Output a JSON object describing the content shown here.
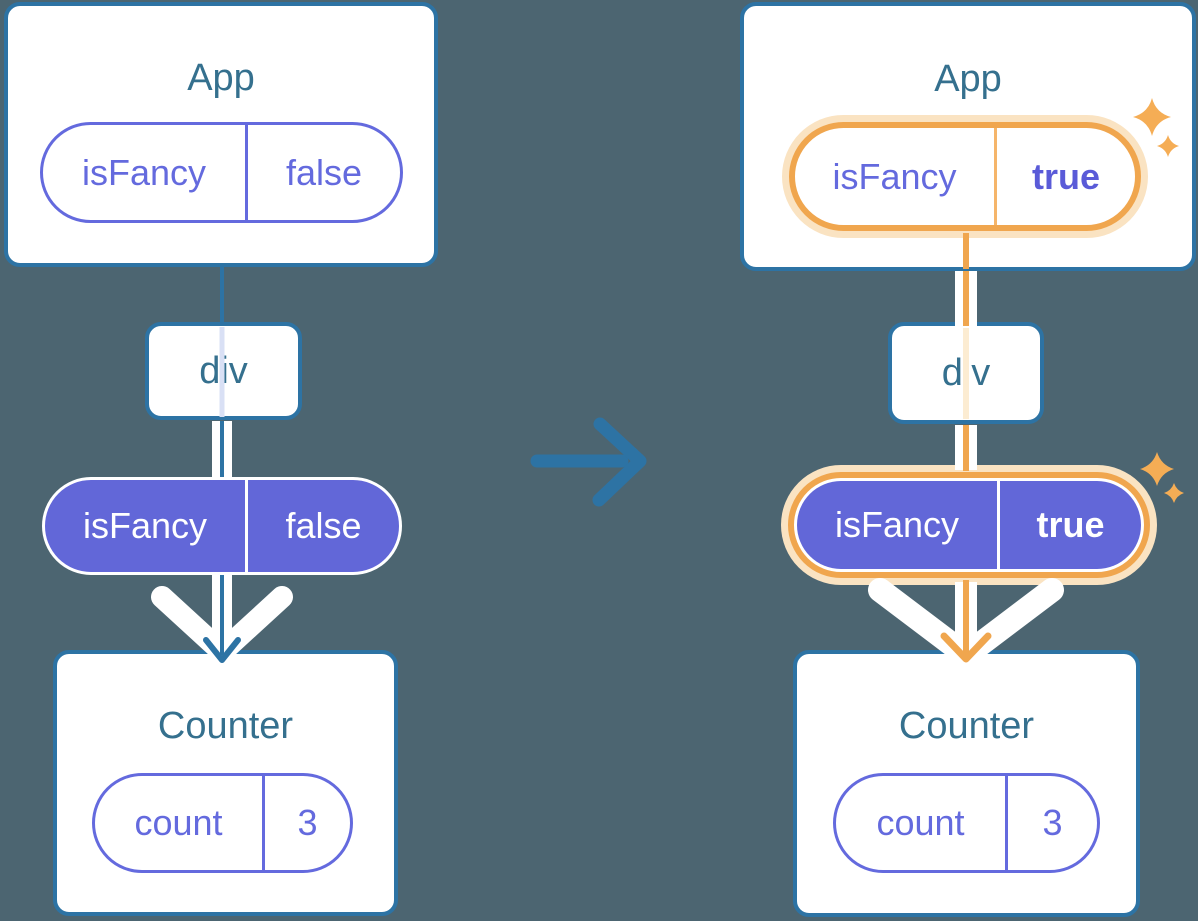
{
  "diagram": {
    "description": "Component tree before and after isFancy prop change",
    "background_color": "#4c6571",
    "colors": {
      "card_border": "#2d73a4",
      "title_text": "#35708e",
      "purple_outline": "#646ade",
      "purple_fill": "#6267d8",
      "highlight_orange": "#f0a64e",
      "highlight_orange_pale": "#fae3c2",
      "sparkle": "#f5ad55",
      "edge_blue": "#2d73a4",
      "edge_lavender": "#d9e0f5",
      "edge_cream": "#fcecd2",
      "white": "#ffffff"
    },
    "transition": {
      "icon": "arrow-right-icon",
      "color": "#2d73a4"
    },
    "before": {
      "app": {
        "title": "App",
        "prop": {
          "name": "isFancy",
          "value": "false"
        },
        "highlighted": false
      },
      "container": {
        "label": "div"
      },
      "passed_prop": {
        "name": "isFancy",
        "value": "false",
        "highlighted": false
      },
      "counter": {
        "title": "Counter",
        "state": {
          "name": "count",
          "value": "3"
        }
      }
    },
    "after": {
      "app": {
        "title": "App",
        "prop": {
          "name": "isFancy",
          "value": "true"
        },
        "highlighted": true
      },
      "container": {
        "label": "div"
      },
      "passed_prop": {
        "name": "isFancy",
        "value": "true",
        "highlighted": true
      },
      "counter": {
        "title": "Counter",
        "state": {
          "name": "count",
          "value": "3"
        }
      }
    }
  }
}
